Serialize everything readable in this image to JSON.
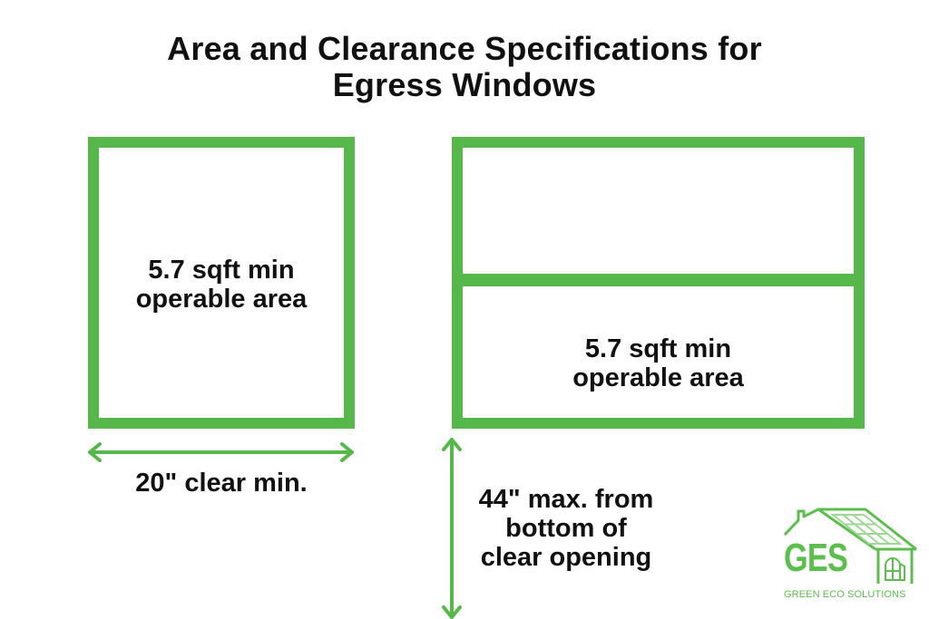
{
  "title": {
    "line1": "Area and Clearance Specifications for",
    "line2": "Egress Windows"
  },
  "left_window": {
    "type": "casement (single pane)",
    "label_line1": "5.7 sqft min",
    "label_line2": "operable area",
    "width_arrow_label": "20\" clear min."
  },
  "right_window": {
    "type": "double-hung (two sashes)",
    "label_line1": "5.7 sqft min",
    "label_line2": "operable area",
    "height_arrow_label_line1": "44\" max. from",
    "height_arrow_label_line2": "bottom of",
    "height_arrow_label_line3": "clear opening"
  },
  "logo": {
    "initials": "GES",
    "name": "GREEN ECO SOLUTIONS",
    "icon": "house-with-solar-panels-icon"
  },
  "colors": {
    "accent_green": "#56b84a",
    "logo_green": "#5cbf4d",
    "text": "#111111",
    "background": "#ffffff"
  }
}
